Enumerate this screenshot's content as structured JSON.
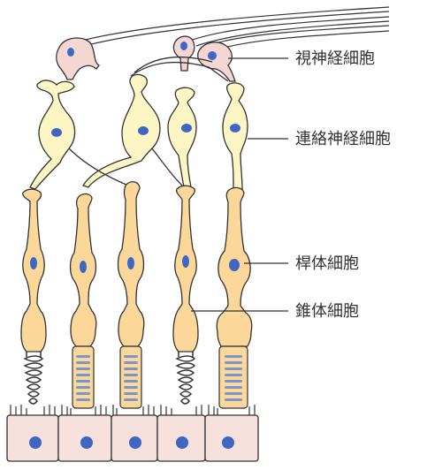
{
  "labels": {
    "optic_nerve_cell": "視神経細胞",
    "connecting_nerve_cell": "連絡神経細胞",
    "rod_cell": "桿体細胞",
    "cone_cell": "錐体細胞"
  },
  "colors": {
    "optic_cell_fill": "#f4d6d2",
    "bipolar_fill": "#fbf6c4",
    "photoreceptor_fill": "#fbd79a",
    "stack_fill": "#fbd79a",
    "disc_fill": "#7a94cc",
    "nucleus": "#3f66c4",
    "epithelium_fill": "#f7e1dc",
    "outline": "#333333"
  }
}
